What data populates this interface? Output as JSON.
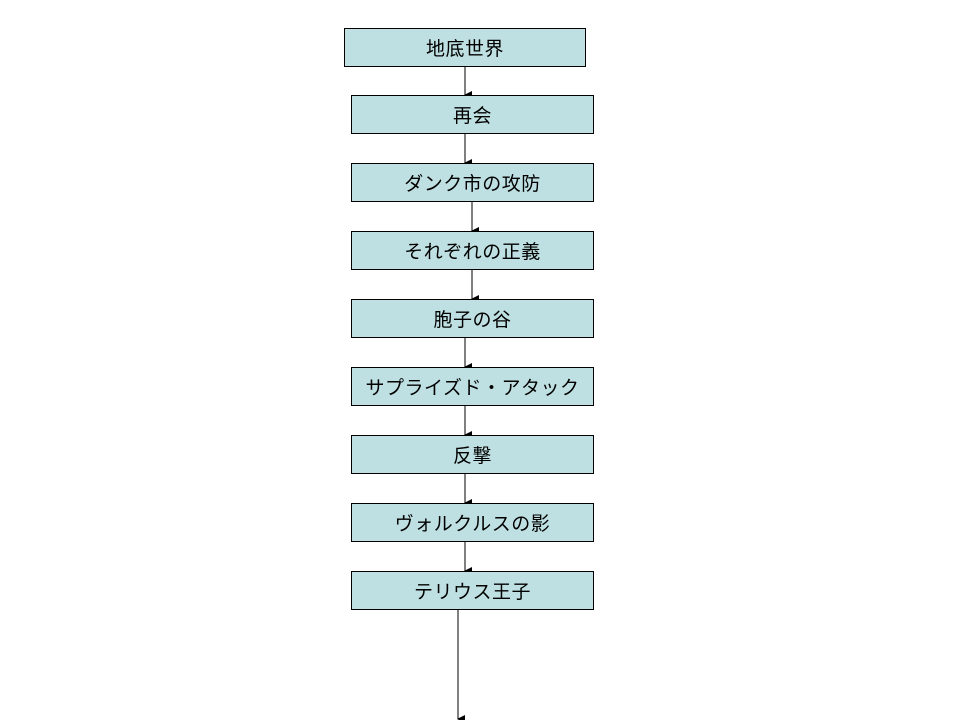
{
  "flowchart": {
    "nodes": [
      {
        "label": "地底世界"
      },
      {
        "label": "再会"
      },
      {
        "label": "ダンク市の攻防"
      },
      {
        "label": "それぞれの正義"
      },
      {
        "label": "胞子の谷"
      },
      {
        "label": "サプライズド・アタック"
      },
      {
        "label": "反撃"
      },
      {
        "label": "ヴォルクルスの影"
      },
      {
        "label": "テリウス王子"
      }
    ],
    "colors": {
      "fill": "#bfe0e2",
      "border": "#000000",
      "arrow": "#000000"
    }
  }
}
